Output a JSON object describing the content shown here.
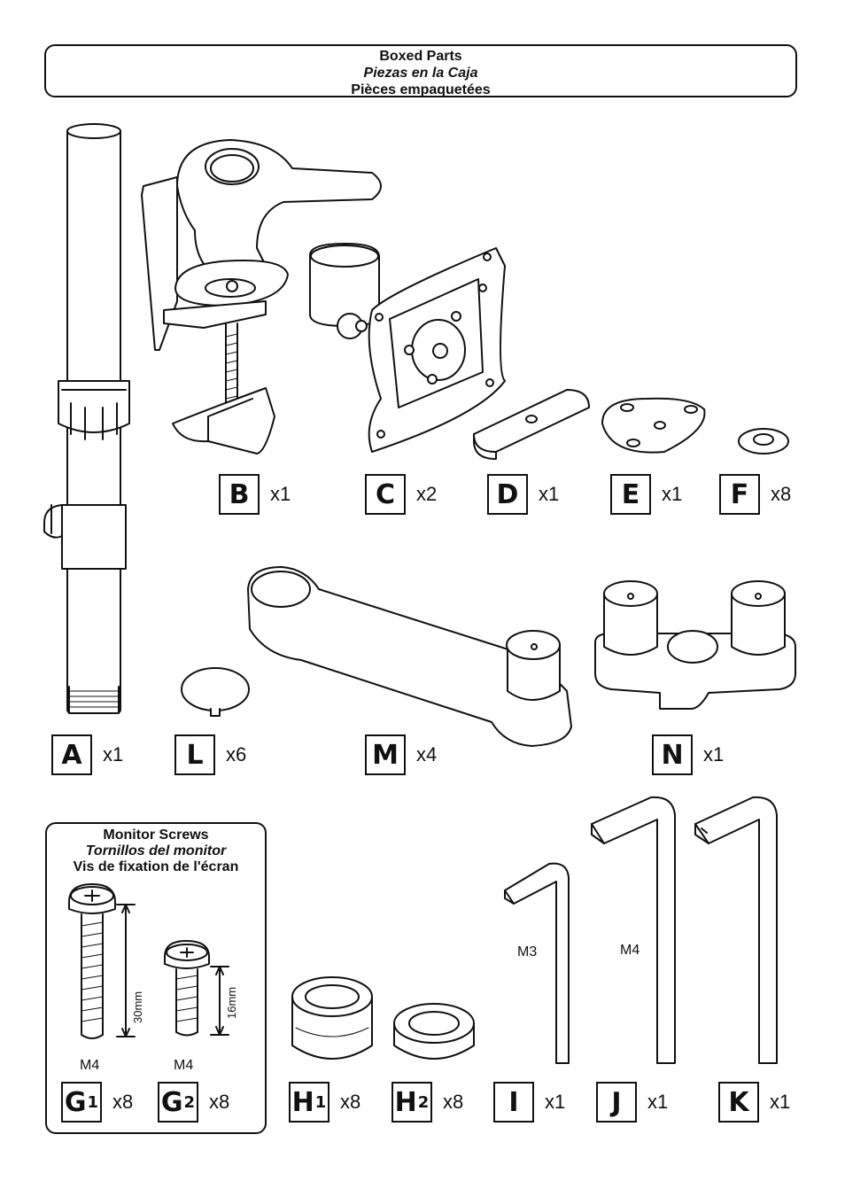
{
  "header": {
    "line1": "Boxed Parts",
    "line2": "Piezas en la Caja",
    "line3": "Pièces empaquetées"
  },
  "parts": {
    "A": {
      "letter": "A",
      "qty": "x1"
    },
    "B": {
      "letter": "B",
      "qty": "x1"
    },
    "C": {
      "letter": "C",
      "qty": "x2"
    },
    "D": {
      "letter": "D",
      "qty": "x1"
    },
    "E": {
      "letter": "E",
      "qty": "x1"
    },
    "F": {
      "letter": "F",
      "qty": "x8"
    },
    "L": {
      "letter": "L",
      "qty": "x6"
    },
    "M": {
      "letter": "M",
      "qty": "x4"
    },
    "N": {
      "letter": "N",
      "qty": "x1"
    },
    "G1": {
      "letter": "G",
      "sub": "1",
      "qty": "x8",
      "size": "M4",
      "length": "30mm"
    },
    "G2": {
      "letter": "G",
      "sub": "2",
      "qty": "x8",
      "size": "M4",
      "length": "16mm"
    },
    "H1": {
      "letter": "H",
      "sub": "1",
      "qty": "x8"
    },
    "H2": {
      "letter": "H",
      "sub": "2",
      "qty": "x8"
    },
    "I": {
      "letter": "I",
      "qty": "x1",
      "size": "M3"
    },
    "J": {
      "letter": "J",
      "qty": "x1",
      "size": "M4"
    },
    "K": {
      "letter": "K",
      "qty": "x1"
    }
  },
  "monitor_screws": {
    "line1": "Monitor Screws",
    "line2": "Tornillos del monitor",
    "line3": "Vis de fixation de l'écran"
  }
}
